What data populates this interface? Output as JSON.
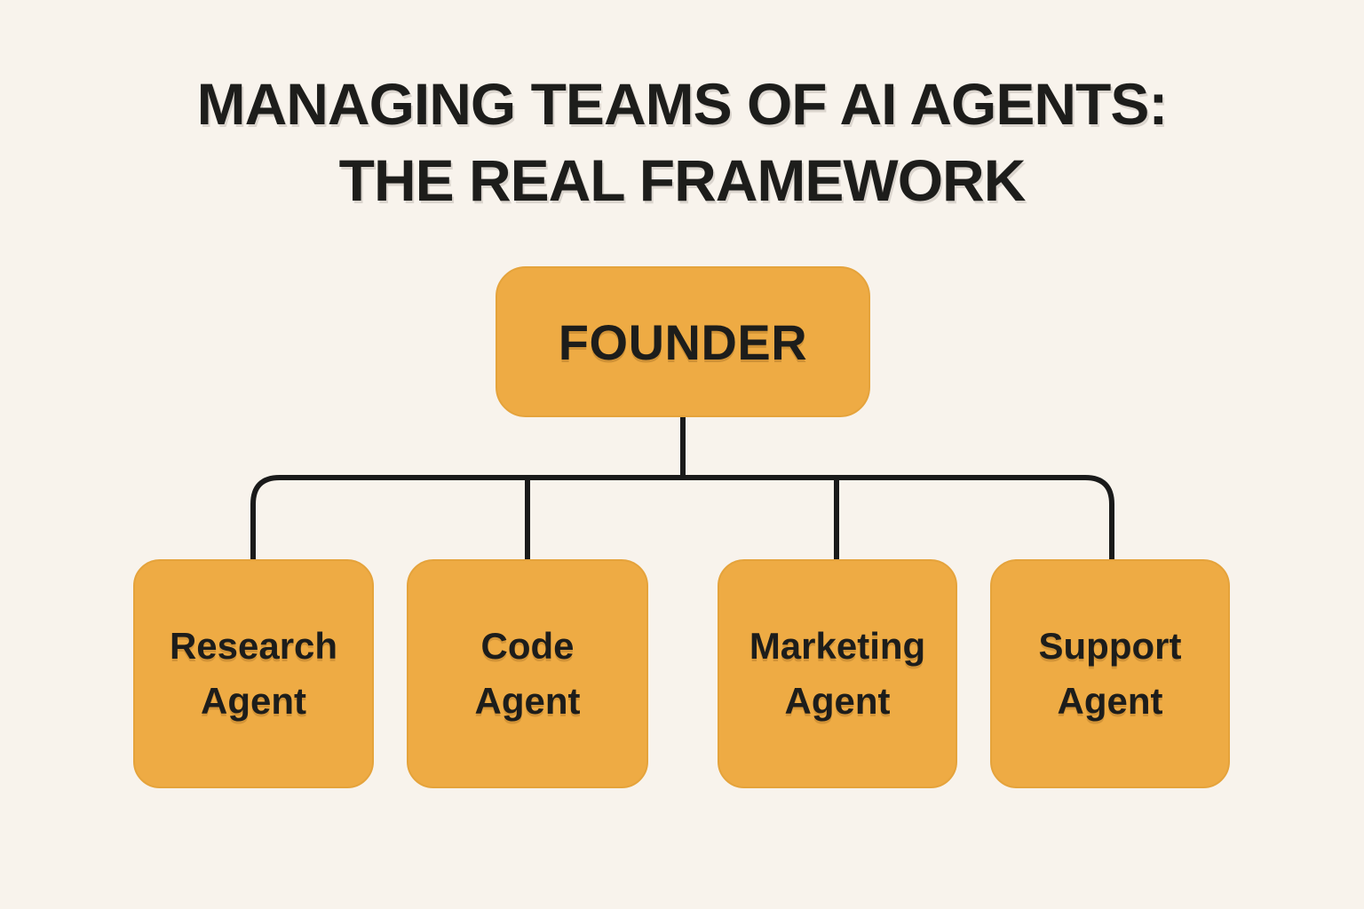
{
  "title": {
    "line1": "MANAGING TEAMS OF AI AGENTS:",
    "line2": "THE REAL FRAMEWORK"
  },
  "org_chart": {
    "type": "org-tree",
    "root": {
      "label": "FOUNDER"
    },
    "children": [
      {
        "label": "Research Agent",
        "line1": "Research",
        "line2": "Agent"
      },
      {
        "label": "Code Agent",
        "line1": "Code",
        "line2": "Agent"
      },
      {
        "label": "Marketing Agent",
        "line1": "Marketing",
        "line2": "Agent"
      },
      {
        "label": "Support Agent",
        "line1": "Support",
        "line2": "Agent"
      }
    ]
  },
  "colors": {
    "background": "#F8F3EC",
    "box_fill": "#EEAB44",
    "box_border": "#E5A33B",
    "text": "#1D1D1B",
    "connector": "#1A1A1A"
  }
}
